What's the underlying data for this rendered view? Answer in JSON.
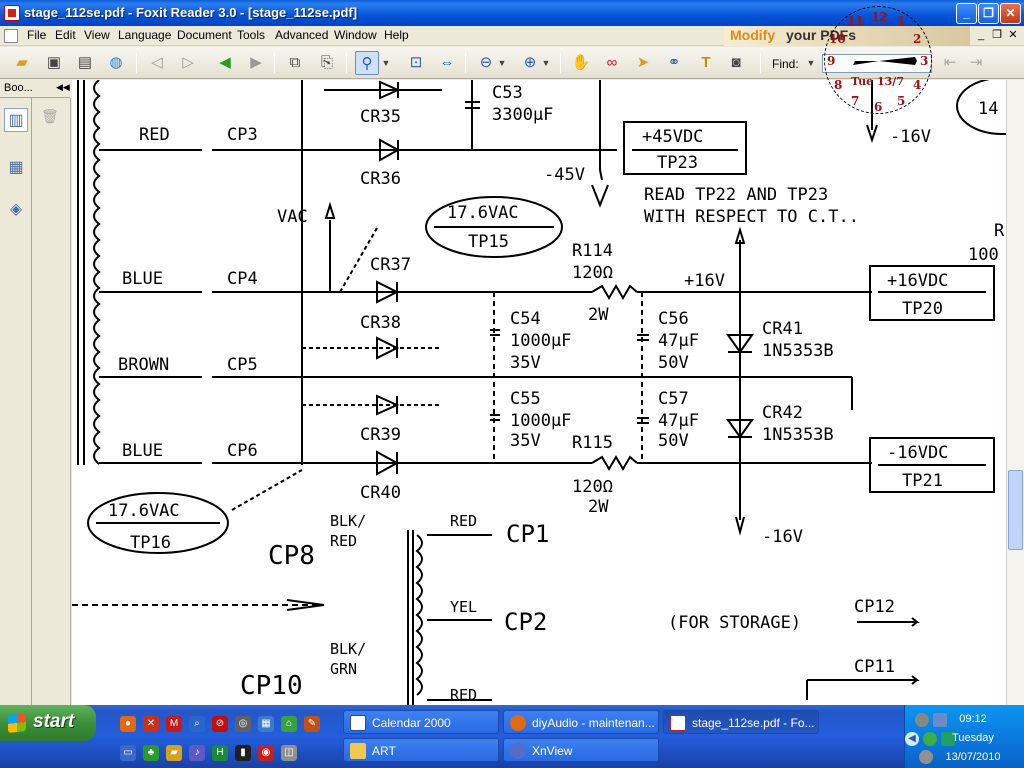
{
  "window": {
    "title": "stage_112se.pdf - Foxit Reader 3.0 - [stage_112se.pdf]",
    "min_label": "_",
    "max_label": "❐",
    "close_label": "✕"
  },
  "menu": {
    "items": [
      "File",
      "Edit",
      "View",
      "Language",
      "Document",
      "Tools",
      "Advanced",
      "Window",
      "Help"
    ],
    "banner_prefix": "Modify",
    "banner_suffix": "your PDFs",
    "mdi_min": "_",
    "mdi_restore": "❐",
    "mdi_close": "✕"
  },
  "toolbar": {
    "find_label": "Find:",
    "find_value": ""
  },
  "panel": {
    "bookmarks_label": "Boo...",
    "collapse_label": "◀◀"
  },
  "schematic": {
    "labels": [
      "RED",
      "CP3",
      "CR35",
      "CR36",
      "C53",
      "3300µF",
      "-45V",
      "+45VDC",
      "TP23",
      "READ TP22 AND TP23",
      "WITH RESPECT TO C.T..",
      "VAC",
      "17.6VAC",
      "TP15",
      "R114",
      "120Ω",
      "2W",
      "+16V",
      "+16VDC",
      "TP20",
      "BLUE",
      "CP4",
      "CR37",
      "CR38",
      "C54",
      "1000µF",
      "35V",
      "C56",
      "47µF",
      "50V",
      "CR41",
      "1N5353B",
      "BROWN",
      "CP5",
      "C55",
      "1000µF",
      "35V",
      "C57",
      "47µF",
      "50V",
      "CR42",
      "1N5353B",
      "CR39",
      "BLUE",
      "CP6",
      "R115",
      "-16VDC",
      "TP21",
      "CR40",
      "120Ω",
      "2W",
      "17.6VAC",
      "TP16",
      "-16V",
      "BLK/",
      "RED",
      "RED",
      "CP1",
      "CP8",
      "YEL",
      "CP2",
      "(FOR STORAGE)",
      "CP12",
      "BLK/",
      "GRN",
      "CP10",
      "RED",
      "CP11",
      "-16V",
      "14",
      "100",
      "R"
    ]
  },
  "clock": {
    "numerals": [
      "12",
      "1",
      "2",
      "3",
      "4",
      "5",
      "6",
      "7",
      "8",
      "9",
      "10",
      "11"
    ],
    "date_text": "Tue 13/7"
  },
  "taskbar": {
    "start_label": "start",
    "buttons": [
      "Calendar 2000",
      "diyAudio - maintenan...",
      "stage_112se.pdf - Fo...",
      "ART",
      "XnView"
    ],
    "time": "09:12",
    "day": "Tuesday",
    "date": "13/07/2010"
  }
}
